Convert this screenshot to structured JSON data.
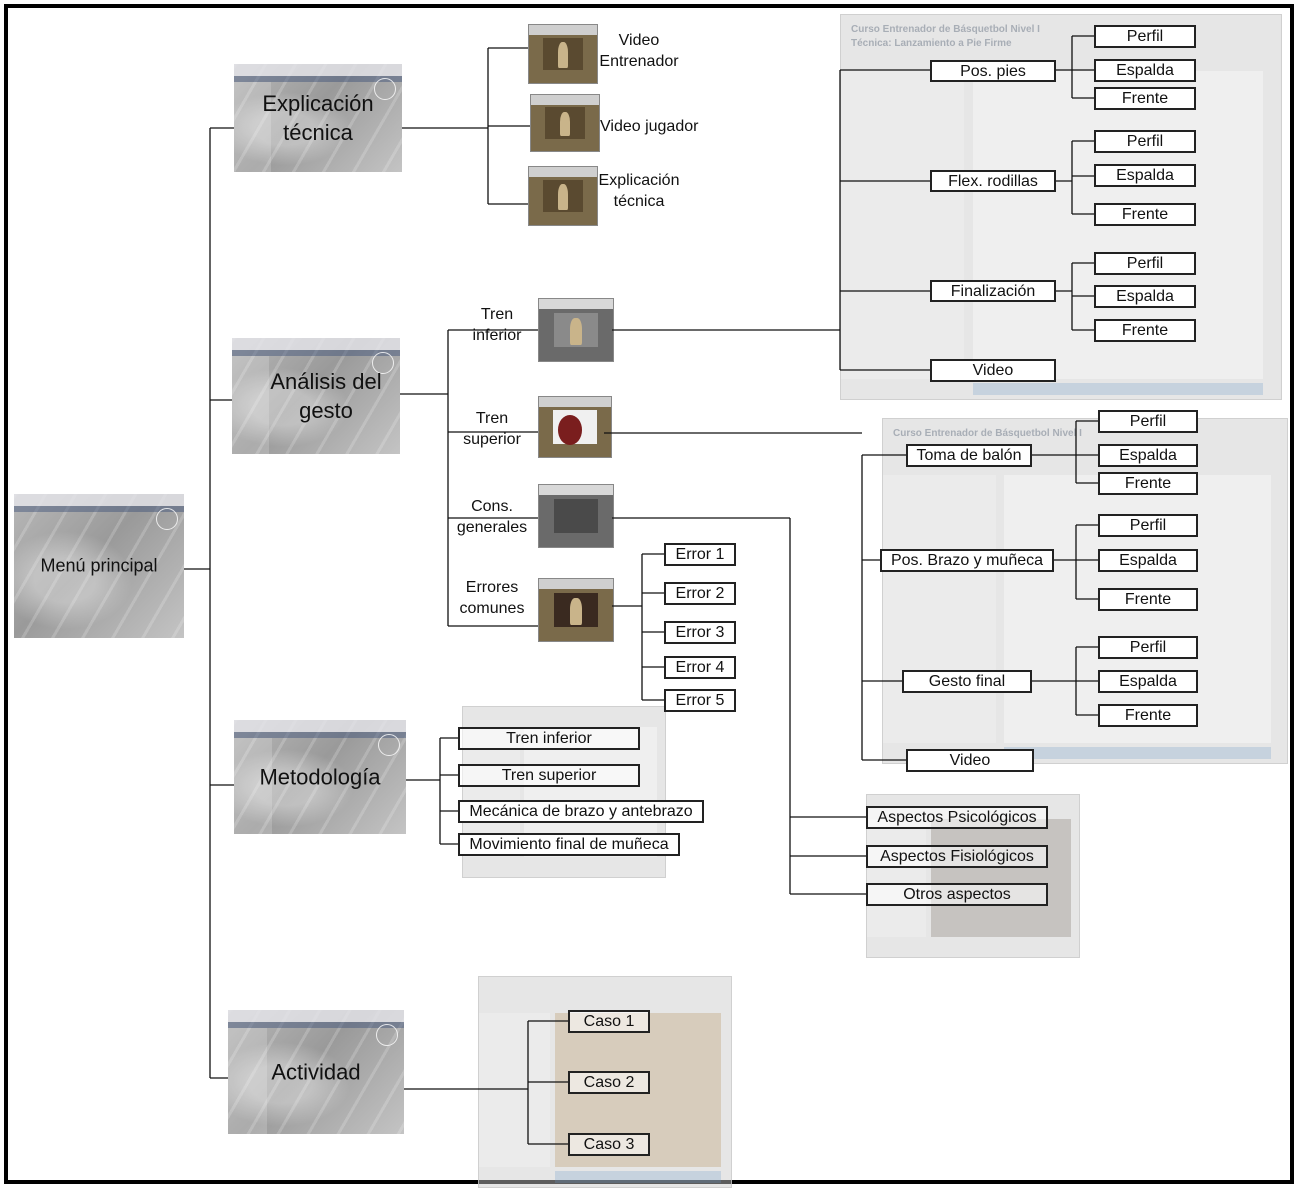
{
  "modules": {
    "menu": "Menú principal",
    "explicacion": [
      "Explicación",
      "técnica"
    ],
    "analisis": [
      "Análisis del",
      "gesto"
    ],
    "metodologia": "Metodología",
    "actividad": "Actividad"
  },
  "explicacion_items": {
    "video_entrenador": [
      "Video",
      "Entrenador"
    ],
    "video_jugador": "Video jugador",
    "explicacion_tecnica": [
      "Explicación",
      "técnica"
    ]
  },
  "analisis_items": {
    "tren_inferior": [
      "Tren",
      "inferior"
    ],
    "tren_superior": [
      "Tren",
      "superior"
    ],
    "cons_generales": [
      "Cons.",
      "generales"
    ],
    "errores_comunes": [
      "Errores",
      "comunes"
    ]
  },
  "tren_inferior_panel": {
    "title": "Curso Entrenador de Básquetbol Nivel I",
    "subtitle": "Técnica: Lanzamiento a Pie Firme",
    "pos_pies": "Pos. pies",
    "flex_rodillas": "Flex. rodillas",
    "finalizacion": "Finalización",
    "video": "Video"
  },
  "tren_superior_panel": {
    "title": "Curso Entrenador de Básquetbol Nivel I",
    "toma_balon": "Toma de balón",
    "pos_brazo": "Pos. Brazo y muñeca",
    "gesto_final": "Gesto final",
    "video": "Video"
  },
  "views": {
    "perfil": "Perfil",
    "espalda": "Espalda",
    "frente": "Frente"
  },
  "errores": [
    "Error 1",
    "Error 2",
    "Error 3",
    "Error 4",
    "Error 5"
  ],
  "metodologia_items": [
    "Tren inferior",
    "Tren superior",
    "Mecánica de brazo y antebrazo",
    "Movimiento final de muñeca"
  ],
  "aspectos": [
    "Aspectos Psicológicos",
    "Aspectos Fisiológicos",
    "Otros aspectos"
  ],
  "casos": [
    "Caso 1",
    "Caso 2",
    "Caso 3"
  ]
}
